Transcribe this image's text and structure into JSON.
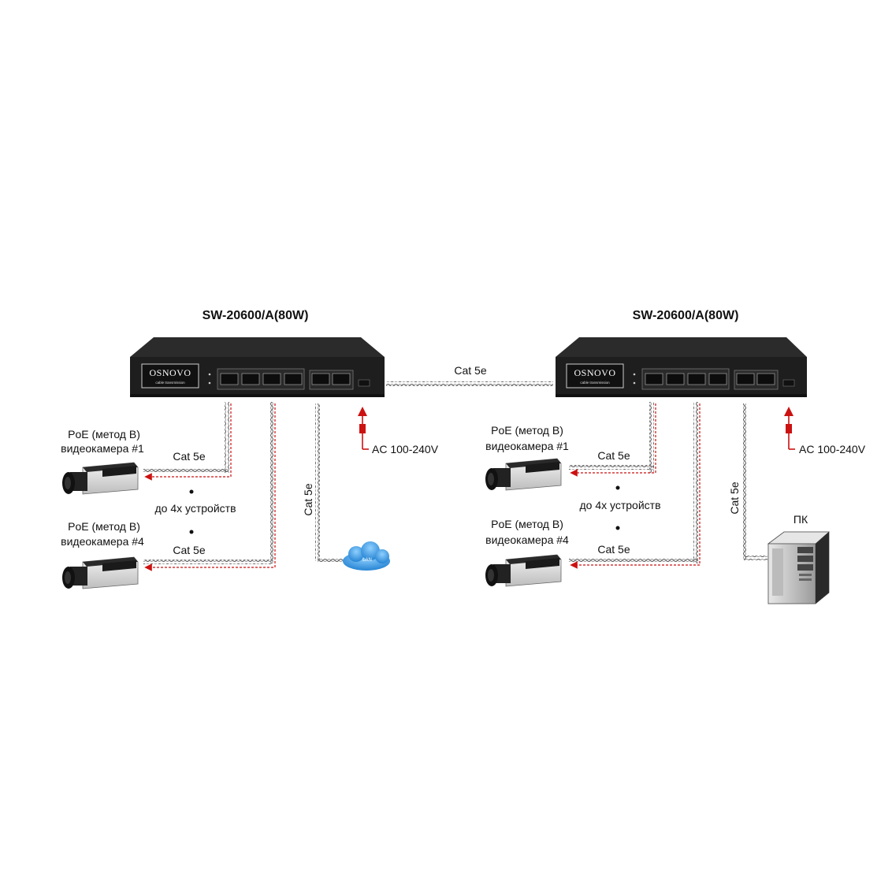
{
  "switch_left": {
    "title": "SW-20600/A(80W)",
    "brand": "OSNOVO",
    "brand_sub": "cable transmission"
  },
  "switch_right": {
    "title": "SW-20600/A(80W)",
    "brand": "OSNOVO",
    "brand_sub": "cable transmission"
  },
  "uplink_label": "Cat 5e",
  "left": {
    "camera1_line1": "PoE (метод B)",
    "camera1_line2": "видеокамера #1",
    "camera1_cable": "Cat 5e",
    "devices_label": "до 4х  устройств",
    "camera4_line1": "PoE (метод B)",
    "camera4_line2": "видеокамера #4",
    "camera4_cable": "Cat 5e",
    "lan_cable": "Cat 5e",
    "lan_label": "LAN",
    "power_label": "AC 100-240V"
  },
  "right": {
    "camera1_line1": "PoE (метод B)",
    "camera1_line2": "видеокамера #1",
    "camera1_cable": "Cat 5e",
    "devices_label": "до 4х  устройств",
    "camera4_line1": "PoE (метод B)",
    "camera4_line2": "видеокамера #4",
    "camera4_cable": "Cat 5e",
    "pc_cable": "Cat 5e",
    "pc_label": "ПК",
    "power_label": "AC 100-240V"
  },
  "colors": {
    "switch_body": "#1e1e1e",
    "poe_line": "#cc1111",
    "lan_cloud": "#3a9ae0"
  }
}
